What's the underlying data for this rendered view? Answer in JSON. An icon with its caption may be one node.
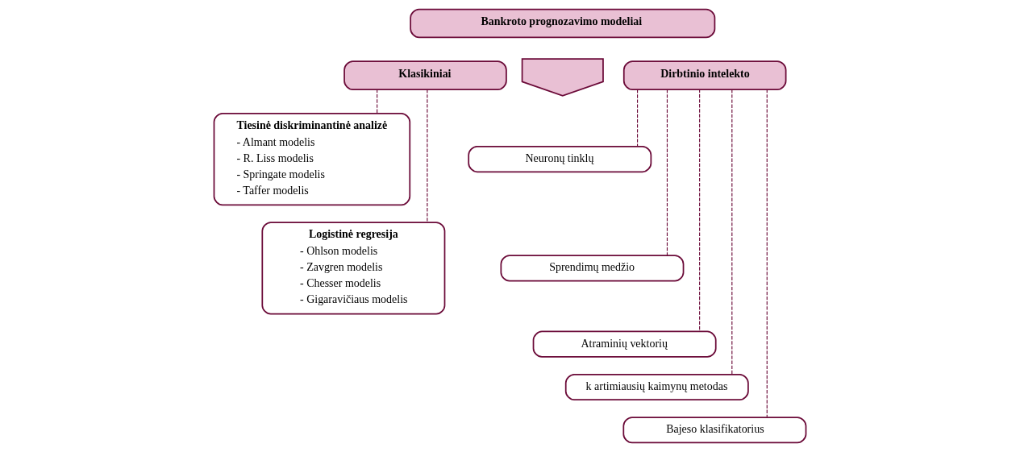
{
  "diagram": {
    "nodes": [
      {
        "text": [
          "Bankroto prognozavimo modeliai"
        ]
      },
      {
        "text": [
          "Klasikiniai"
        ]
      },
      {
        "text": [],
        "shape": "arrow"
      },
      {
        "text": [
          "Dirbtinio intelekto"
        ]
      },
      {
        "text": [
          "Tiesinė diskriminantinė analizė",
          "- Almant modelis",
          "- R. Liss modelis",
          "- Springate modelis",
          "- Taffer modelis"
        ]
      },
      {
        "text": [
          "Logistinė regresija",
          "- Ohlson modelis",
          "- Zavgren modelis",
          "- Chesser modelis",
          "- Gigaravičiaus modelis"
        ]
      },
      {
        "text": [
          "Neuronų tinklų"
        ]
      },
      {
        "text": [
          "Sprendimų medžio"
        ]
      },
      {
        "text": [
          "Atraminių vektorių"
        ]
      },
      {
        "text": [
          "k artimiausių kaimynų metodas"
        ]
      },
      {
        "text": [
          "Bajeso klasifikatorius"
        ]
      }
    ],
    "edges": [
      {
        "from": 1,
        "to": 4,
        "arrow": "none",
        "style": "dashed"
      },
      {
        "from": 1,
        "to": 5,
        "arrow": "none",
        "style": "dashed"
      },
      {
        "from": 3,
        "to": 6,
        "arrow": "none",
        "style": "dashed"
      },
      {
        "from": 3,
        "to": 7,
        "arrow": "none",
        "style": "dashed"
      },
      {
        "from": 3,
        "to": 8,
        "arrow": "none",
        "style": "dashed"
      },
      {
        "from": 3,
        "to": 9,
        "arrow": "none",
        "style": "dashed"
      },
      {
        "from": 3,
        "to": 10,
        "arrow": "none",
        "style": "dashed"
      }
    ]
  }
}
